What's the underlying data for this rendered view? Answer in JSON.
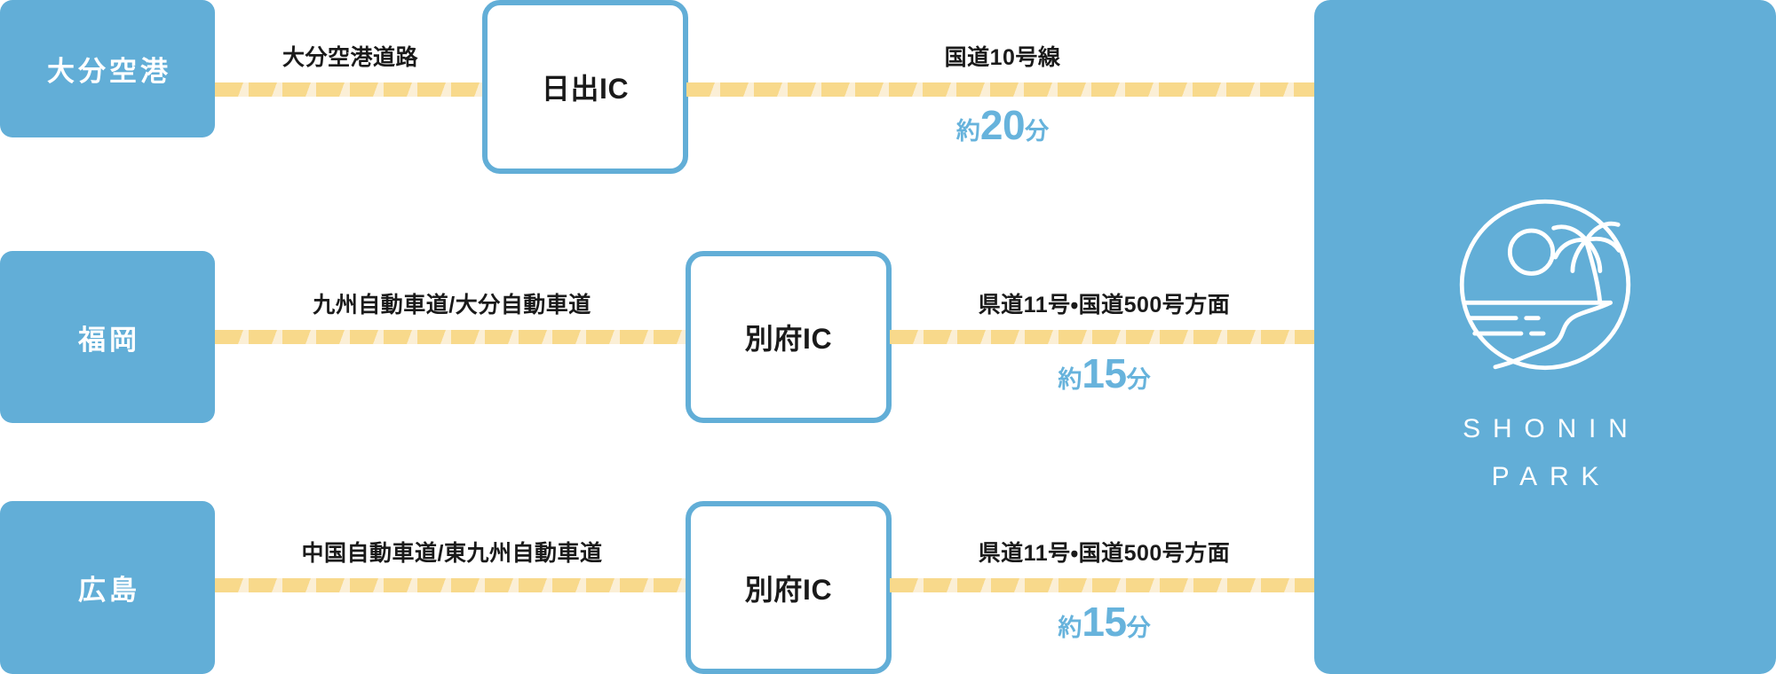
{
  "colors": {
    "brand_blue": "#62AED7",
    "duration_blue": "#67B3DC",
    "arrow_yellow": "#F8D98B",
    "arrow_yellow_light": "#FBEFD6",
    "text_dark": "#1A1A1A",
    "white": "#FFFFFF"
  },
  "routes": [
    {
      "origin": "大分空港",
      "leg1_road": "大分空港道路",
      "interchange": "日出IC",
      "leg2_road": "国道10号線",
      "duration_prefix": "約",
      "duration_value": "20",
      "duration_suffix": "分"
    },
    {
      "origin": "福岡",
      "leg1_road": "九州自動車道/大分自動車道",
      "interchange": "別府IC",
      "leg2_road": "県道11号・国道500号方面",
      "duration_prefix": "約",
      "duration_value": "15",
      "duration_suffix": "分"
    },
    {
      "origin": "広島",
      "leg1_road": "中国自動車道/東九州自動車道",
      "interchange": "別府IC",
      "leg2_road": "県道11号・国道500号方面",
      "duration_prefix": "約",
      "duration_value": "15",
      "duration_suffix": "分"
    }
  ],
  "destination": {
    "logo_icon": "beach-palm-sun-circle-icon",
    "brand_line_1": "SHONIN",
    "brand_line_2": "PARK"
  }
}
